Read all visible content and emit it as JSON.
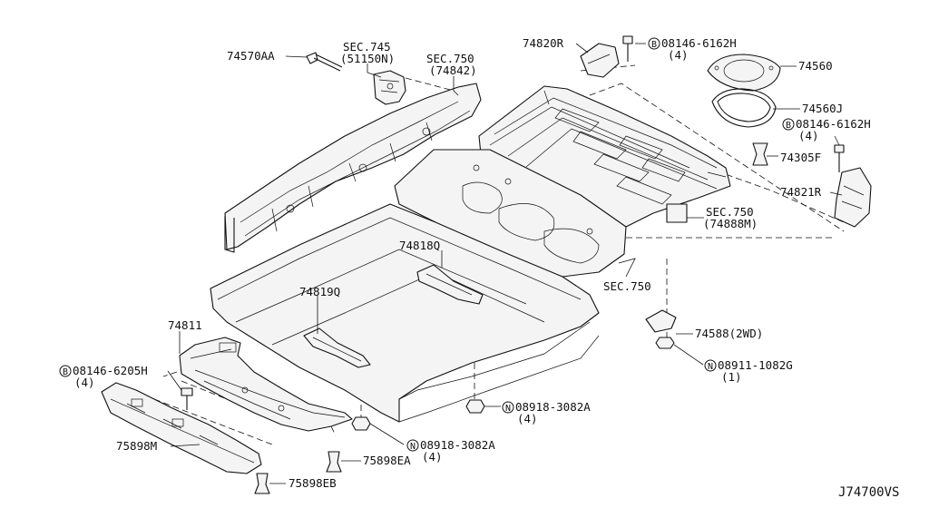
{
  "diagram": {
    "drawing_code": "J74700VS",
    "callouts": [
      {
        "id": "c1",
        "prefix": "",
        "text": "74570AA",
        "qty": ""
      },
      {
        "id": "c2",
        "prefix": "",
        "text": "SEC.745",
        "qty": "(51150N)"
      },
      {
        "id": "c3",
        "prefix": "",
        "text": "SEC.750",
        "qty": "(74842)"
      },
      {
        "id": "c4",
        "prefix": "",
        "text": "74820R",
        "qty": ""
      },
      {
        "id": "c5",
        "prefix": "B",
        "text": "08146-6162H",
        "qty": "(4)"
      },
      {
        "id": "c6",
        "prefix": "",
        "text": "74560",
        "qty": ""
      },
      {
        "id": "c7",
        "prefix": "",
        "text": "74560J",
        "qty": ""
      },
      {
        "id": "c8",
        "prefix": "B",
        "text": "08146-6162H",
        "qty": "(4)"
      },
      {
        "id": "c9",
        "prefix": "",
        "text": "74305F",
        "qty": ""
      },
      {
        "id": "c10",
        "prefix": "",
        "text": "74821R",
        "qty": ""
      },
      {
        "id": "c11",
        "prefix": "",
        "text": "SEC.750",
        "qty": "(74888M)"
      },
      {
        "id": "c12",
        "prefix": "",
        "text": "74818Q",
        "qty": ""
      },
      {
        "id": "c13",
        "prefix": "",
        "text": "74819Q",
        "qty": ""
      },
      {
        "id": "c14",
        "prefix": "",
        "text": "SEC.750",
        "qty": ""
      },
      {
        "id": "c15",
        "prefix": "",
        "text": "74811",
        "qty": ""
      },
      {
        "id": "c16",
        "prefix": "B",
        "text": "08146-6205H",
        "qty": "(4)"
      },
      {
        "id": "c17",
        "prefix": "",
        "text": "74588(2WD)",
        "qty": ""
      },
      {
        "id": "c18",
        "prefix": "N",
        "text": "08911-1082G",
        "qty": "(1)"
      },
      {
        "id": "c19",
        "prefix": "N",
        "text": "08918-3082A",
        "qty": "(4)"
      },
      {
        "id": "c20",
        "prefix": "N",
        "text": "08918-3082A",
        "qty": "(4)"
      },
      {
        "id": "c21",
        "prefix": "",
        "text": "75898M",
        "qty": ""
      },
      {
        "id": "c22",
        "prefix": "",
        "text": "75898EA",
        "qty": ""
      },
      {
        "id": "c23",
        "prefix": "",
        "text": "75898EB",
        "qty": ""
      }
    ]
  }
}
